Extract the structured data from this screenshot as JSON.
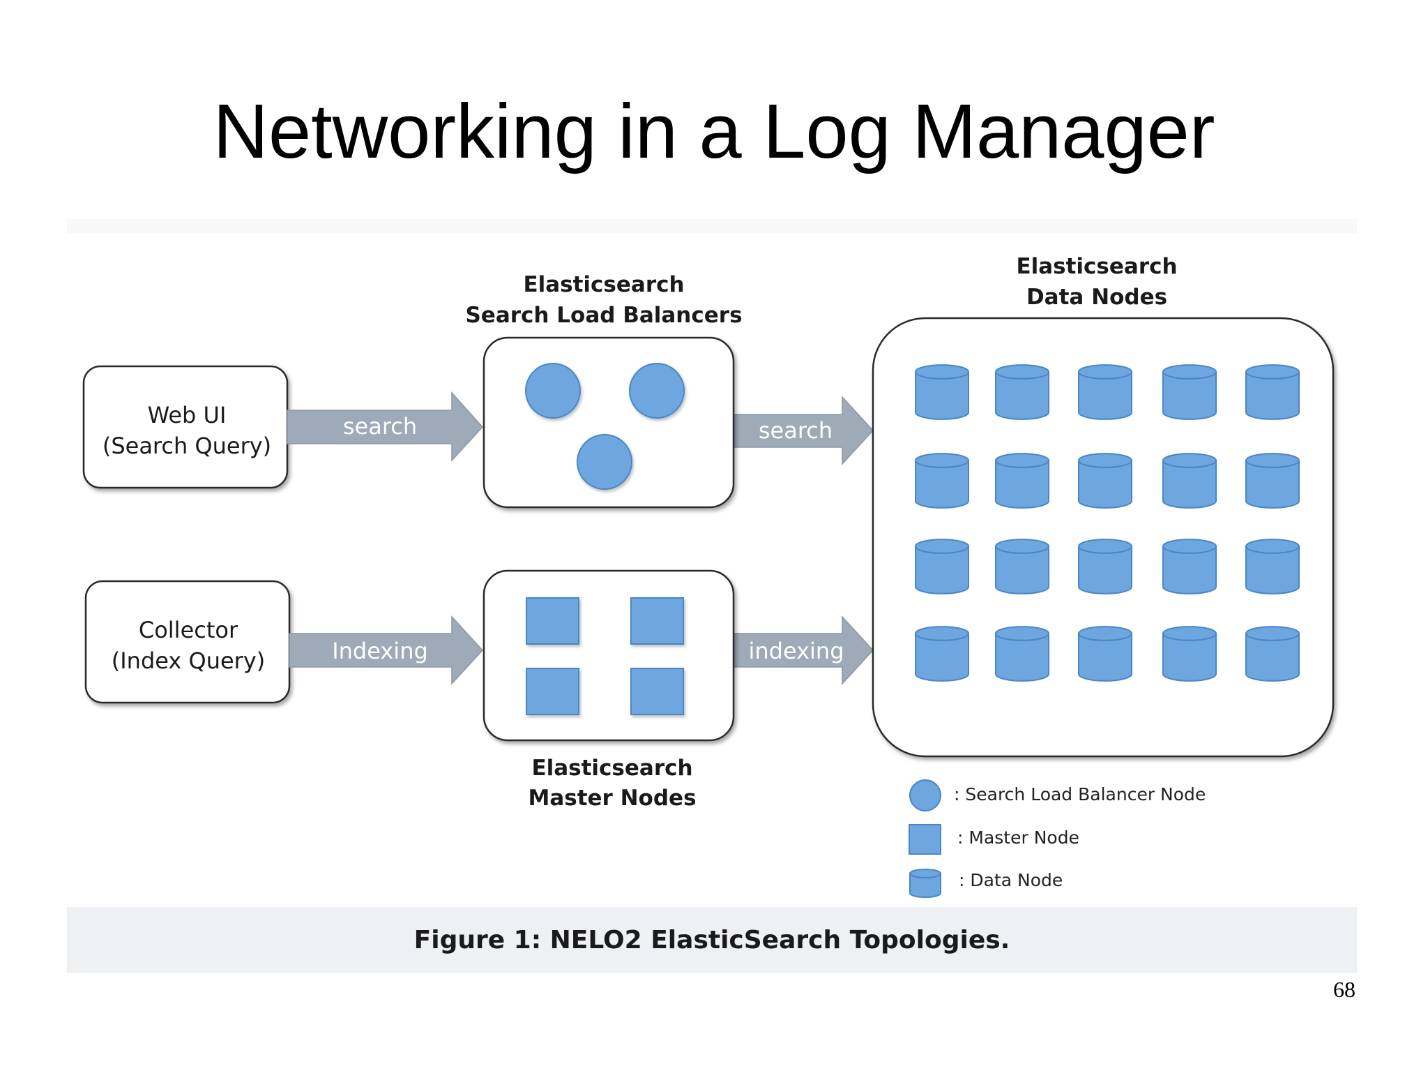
{
  "slide": {
    "title": "Networking in a Log Manager",
    "page_number": "68"
  },
  "figure": {
    "caption": "Figure 1: NELO2 ElasticSearch Topologies.",
    "sources": [
      {
        "line1": "Web UI",
        "line2": "(Search Query)"
      },
      {
        "line1": "Collector",
        "line2": "(Index  Query)"
      }
    ],
    "arrows": {
      "search_in": "search",
      "search_out": "search",
      "index_in": "Indexing",
      "index_out": "indexing"
    },
    "load_balancers": {
      "title1": "Elasticsearch",
      "title2": "Search Load Balancers",
      "node_count": 3
    },
    "master_nodes": {
      "title1": "Elasticsearch",
      "title2": "Master Nodes",
      "node_count": 4
    },
    "data_nodes": {
      "title1": "Elasticsearch",
      "title2": "Data Nodes",
      "rows": 4,
      "cols": 5
    },
    "legend": [
      {
        "symbol": "circle",
        "label": ": Search Load Balancer Node"
      },
      {
        "symbol": "square",
        "label": ": Master Node"
      },
      {
        "symbol": "cylinder",
        "label": ": Data Node"
      }
    ],
    "colors": {
      "node_fill": "#6ea6e0",
      "node_stroke": "#4a86c6",
      "arrow_fill": "#9eaab8",
      "box_stroke": "#2a2a2a"
    }
  }
}
